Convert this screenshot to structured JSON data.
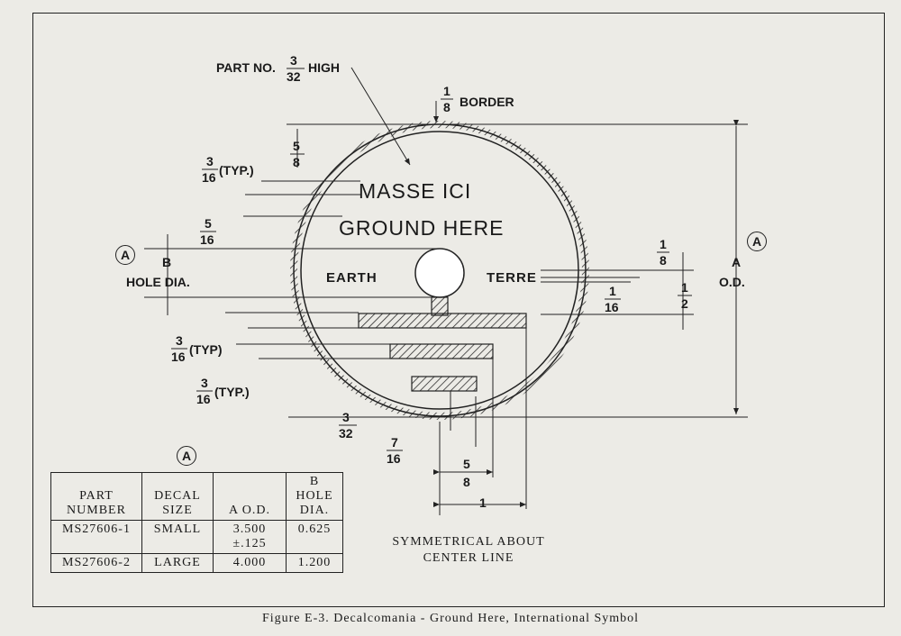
{
  "figure_caption": "Figure E-3.  Decalcomania - Ground Here, International Symbol",
  "decal": {
    "line1": "MASSE  ICI",
    "line2": "GROUND  HERE",
    "left_word": "EARTH",
    "right_word": "TERRE"
  },
  "annotations": {
    "part_no": "PART NO.",
    "part_no_high": "HIGH",
    "border": "BORDER",
    "typ": "(TYP.)",
    "typ2": "(TYP)",
    "b_label": "B",
    "hole_dia": "HOLE DIA.",
    "a_label": "A",
    "od": "O.D.",
    "circled_a": "A",
    "one": "1"
  },
  "fractions": {
    "f3_32": {
      "n": "3",
      "d": "32"
    },
    "f1_8": {
      "n": "1",
      "d": "8"
    },
    "f5_8": {
      "n": "5",
      "d": "8"
    },
    "f3_16": {
      "n": "3",
      "d": "16"
    },
    "f5_16": {
      "n": "5",
      "d": "16"
    },
    "f1_16": {
      "n": "1",
      "d": "16"
    },
    "f1_2": {
      "n": "1",
      "d": "2"
    },
    "f7_16": {
      "n": "7",
      "d": "16"
    }
  },
  "table": {
    "headers": [
      "PART NUMBER",
      "DECAL SIZE",
      "A O.D.",
      "B HOLE DIA."
    ],
    "rows": [
      [
        "MS27606-1",
        "SMALL",
        "3.500 ±.125",
        "0.625"
      ],
      [
        "MS27606-2",
        "LARGE",
        "4.000",
        "1.200"
      ]
    ]
  },
  "symmetry_note_1": "SYMMETRICAL ABOUT",
  "symmetry_note_2": "CENTER LINE"
}
